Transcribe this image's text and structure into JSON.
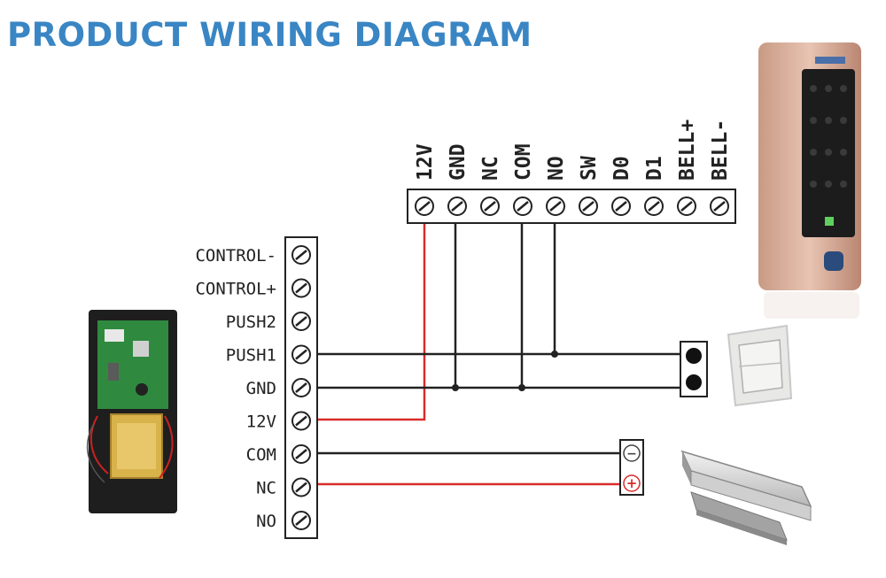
{
  "title": "PRODUCT WIRING DIAGRAM",
  "colors": {
    "title": "#3a86c4",
    "wire_black": "#222222",
    "wire_red": "#d92b2b"
  },
  "reader_terminals": [
    "12V",
    "GND",
    "NC",
    "COM",
    "NO",
    "SW",
    "D0",
    "D1",
    "BELL+",
    "BELL-"
  ],
  "power_terminals": [
    "CONTROL-",
    "CONTROL+",
    "PUSH2",
    "PUSH1",
    "GND",
    "12V",
    "COM",
    "NC",
    "NO"
  ],
  "lock_terminals": {
    "negative": "−",
    "positive": "+"
  },
  "components": {
    "power_supply": "power-supply-unit",
    "keypad": "keypad-reader",
    "exit_button": "exit-button",
    "magnetic_lock": "magnetic-lock"
  }
}
